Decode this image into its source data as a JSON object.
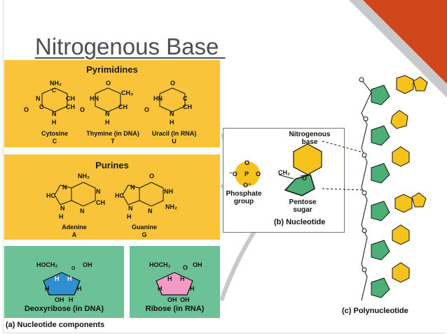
{
  "title": "Nitrogenous Base ",
  "pyrimidines": {
    "heading": "Pyrimidines",
    "items": [
      {
        "name": "Cytosine",
        "abbr": "C"
      },
      {
        "name": "Thymine (in DNA)",
        "abbr": "T"
      },
      {
        "name": "Uracil (in RNA)",
        "abbr": "U"
      }
    ]
  },
  "purines": {
    "heading": "Purines",
    "items": [
      {
        "name": "Adenine",
        "abbr": "A"
      },
      {
        "name": "Guanine",
        "abbr": "G"
      }
    ]
  },
  "sugars": [
    {
      "name": "Deoxyribose (in DNA)"
    },
    {
      "name": "Ribose (in RNA)"
    }
  ],
  "nucleotide": {
    "base_label": "Nitrogenous base",
    "phosphate_label": "Phosphate group",
    "sugar_label": "Pentose sugar",
    "caption": "(b) Nucleotide"
  },
  "captions": {
    "a": "(a) Nucleotide components",
    "c": "(c) Polynucleotide"
  },
  "colors": {
    "panel_yellow": "#f9c43a",
    "panel_green": "#6cc197",
    "hexagon": "#f6c21c",
    "pentagon_green": "#4caf76",
    "pentagon_blue": "#2e8fd1",
    "pentagon_pink": "#f39ac6",
    "accent_orange": "#d2461c"
  }
}
